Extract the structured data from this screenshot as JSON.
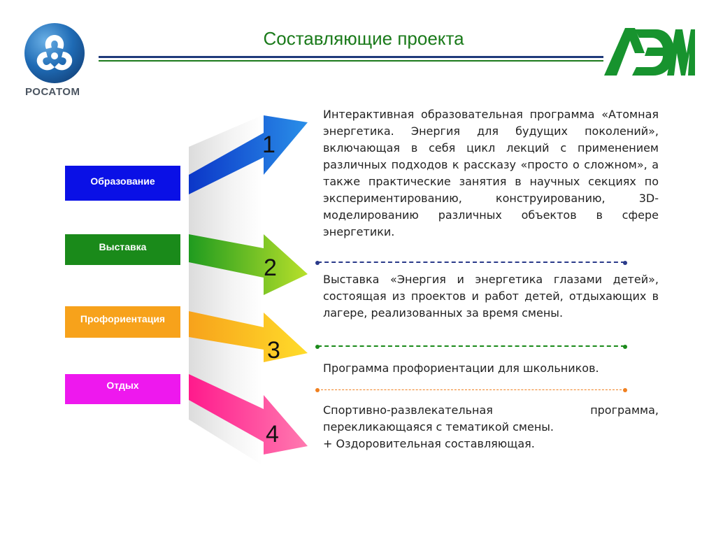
{
  "header": {
    "title": "Составляющие проекта",
    "left_logo_text": "РОСАТОМ"
  },
  "categories": [
    {
      "label": "Образование",
      "color": "#0a10e6"
    },
    {
      "label": "Выставка",
      "color": "#1a8a1a"
    },
    {
      "label": "Профориентация",
      "color": "#f7a21b"
    },
    {
      "label": "Отдых",
      "color": "#ee18ee"
    }
  ],
  "steps": [
    "1",
    "2",
    "3",
    "4"
  ],
  "descriptions": [
    {
      "text": "Интерактивная образовательная программа «Атомная энергетика. Энергия для будущих поколений», включающая в себя цикл лекций с применением различных подходов к рассказу «просто о сложном», а также практические занятия в научных секциях по экспериментированию, конструированию, 3D-моделированию различных объектов в сфере энергетики."
    },
    {
      "text": "Выставка «Энергия и энергетика глазами детей», состоящая из проектов и работ детей, отдыхающих в лагере, реализованных за время смены."
    },
    {
      "text": "Программа профориентации для школьников."
    },
    {
      "text": "Спортивно-развлекательная программа, перекликающаяся с тематикой смены.\n+ Оздоровительная составляющая."
    }
  ],
  "divider_colors": [
    "#2a3a8a",
    "#1a8a1a",
    "#f08020"
  ]
}
